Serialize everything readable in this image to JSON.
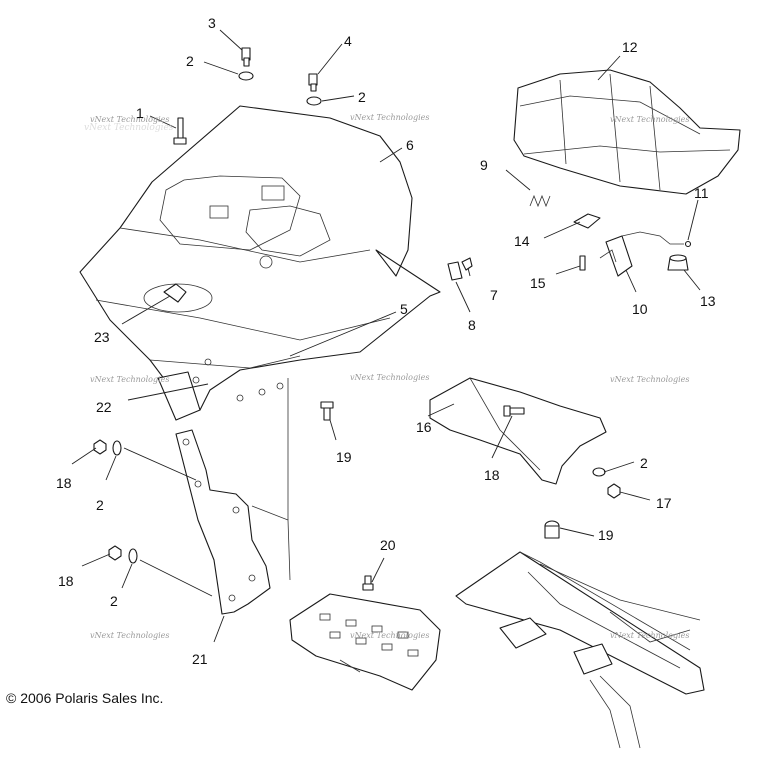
{
  "copyright": "© 2006 Polaris Sales Inc.",
  "watermark": "vNext Technologies",
  "callouts": {
    "c1": "1",
    "c2a": "2",
    "c2b": "2",
    "c2c": "2",
    "c2d": "2",
    "c2e": "2",
    "c3": "3",
    "c4": "4",
    "c5": "5",
    "c6": "6",
    "c7": "7",
    "c8": "8",
    "c9": "9",
    "c10": "10",
    "c11": "11",
    "c12": "12",
    "c13": "13",
    "c14": "14",
    "c15": "15",
    "c16": "16",
    "c17": "17",
    "c18a": "18",
    "c18b": "18",
    "c18c": "18",
    "c19a": "19",
    "c19b": "19",
    "c20": "20",
    "c21": "21",
    "c22": "22",
    "c23": "23"
  }
}
